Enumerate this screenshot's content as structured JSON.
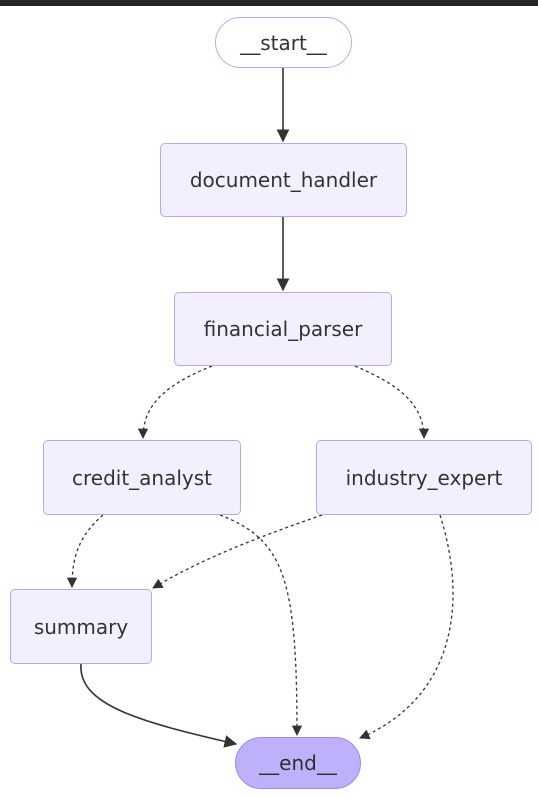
{
  "graph": {
    "nodes": {
      "start": {
        "label": "__start__"
      },
      "document_handler": {
        "label": "document_handler"
      },
      "financial_parser": {
        "label": "financial_parser"
      },
      "credit_analyst": {
        "label": "credit_analyst"
      },
      "industry_expert": {
        "label": "industry_expert"
      },
      "summary": {
        "label": "summary"
      },
      "end": {
        "label": "__end__"
      }
    },
    "edges": [
      {
        "from": "__start__",
        "to": "document_handler",
        "style": "solid"
      },
      {
        "from": "document_handler",
        "to": "financial_parser",
        "style": "solid"
      },
      {
        "from": "financial_parser",
        "to": "credit_analyst",
        "style": "dashed"
      },
      {
        "from": "financial_parser",
        "to": "industry_expert",
        "style": "dashed"
      },
      {
        "from": "credit_analyst",
        "to": "summary",
        "style": "dashed"
      },
      {
        "from": "credit_analyst",
        "to": "__end__",
        "style": "dashed"
      },
      {
        "from": "industry_expert",
        "to": "summary",
        "style": "dashed"
      },
      {
        "from": "industry_expert",
        "to": "__end__",
        "style": "dashed"
      },
      {
        "from": "summary",
        "to": "__end__",
        "style": "solid"
      }
    ]
  },
  "colors": {
    "node_fill": "#f2f0ff",
    "node_border": "#b9a8f0",
    "terminal_fill": "#bfb0fb",
    "edge": "#333333",
    "top_bar": "#262626"
  }
}
